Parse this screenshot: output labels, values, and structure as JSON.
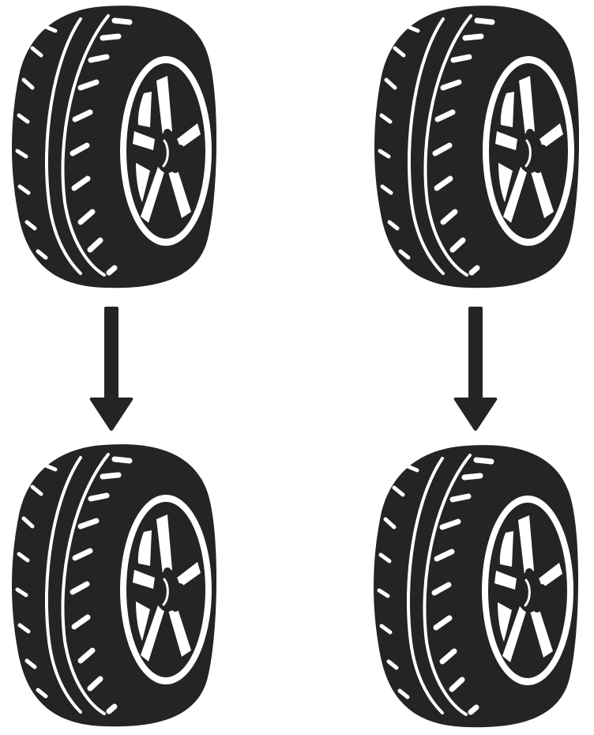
{
  "diagram": {
    "type": "tire-rotation",
    "colors": {
      "ink": "#222524",
      "background": "#ffffff",
      "cutout": "#ffffff"
    },
    "tires": [
      {
        "id": "top-left",
        "position": "front-left",
        "label": "Top-left tire"
      },
      {
        "id": "top-right",
        "position": "front-right",
        "label": "Top-right tire"
      },
      {
        "id": "bottom-left",
        "position": "rear-left",
        "label": "Bottom-left tire"
      },
      {
        "id": "bottom-right",
        "position": "rear-right",
        "label": "Bottom-right tire"
      }
    ],
    "arrows": [
      {
        "from": "top-left",
        "to": "bottom-left",
        "direction": "down",
        "label": "Left arrow down"
      },
      {
        "from": "top-right",
        "to": "bottom-right",
        "direction": "down",
        "label": "Right arrow down"
      }
    ],
    "icons": {
      "tire": "tire-icon",
      "arrow": "arrow-down-icon"
    }
  }
}
